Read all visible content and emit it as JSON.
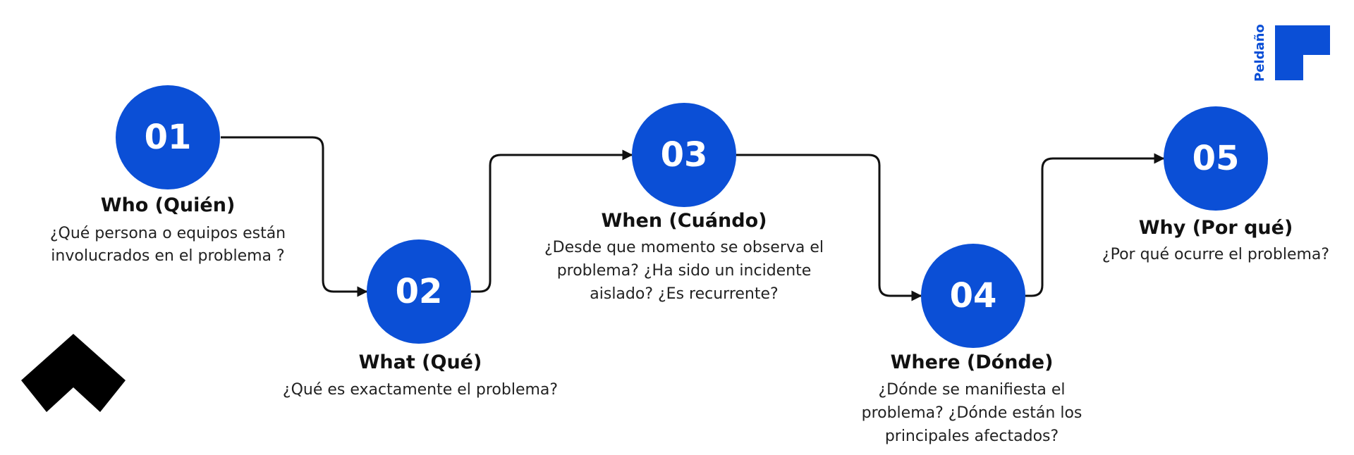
{
  "brand": {
    "name": "Peldaño",
    "color": "#0b4fd6"
  },
  "colors": {
    "step_circle": "#0b4fd6",
    "connector": "#111111",
    "text": "#111111"
  },
  "steps": [
    {
      "number": "01",
      "title": "Who (Quién)",
      "description": [
        "¿Qué persona o equipos están",
        "involucrados en el problema ?"
      ]
    },
    {
      "number": "02",
      "title": "What (Qué)",
      "description": [
        "¿Qué es exactamente el problema?"
      ]
    },
    {
      "number": "03",
      "title": "When (Cuándo)",
      "description": [
        "¿Desde que momento se observa el",
        "problema? ¿Ha sido un incidente",
        "aislado? ¿Es recurrente?"
      ]
    },
    {
      "number": "04",
      "title": "Where (Dónde)",
      "description": [
        "¿Dónde se manifiesta el",
        "problema? ¿Dónde están los",
        "principales afectados?"
      ]
    },
    {
      "number": "05",
      "title": "Why (Por qué)",
      "description": [
        "¿Por qué ocurre el problema?"
      ]
    }
  ],
  "icons": {
    "brand_logo": "stair-step-logo-icon",
    "corner_decoration": "chevron-up-icon"
  }
}
